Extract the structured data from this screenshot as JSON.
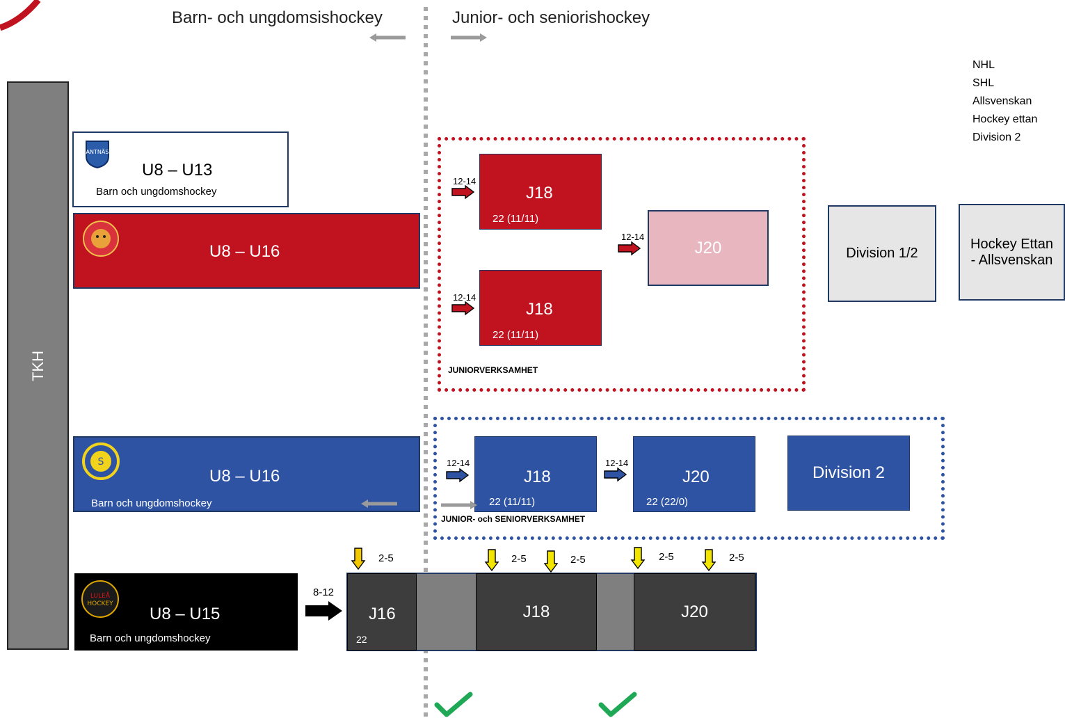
{
  "header": {
    "left_title": "Barn- och ungdomsishockey",
    "right_title": "Junior- och seniorishockey"
  },
  "leagues": [
    "NHL",
    "SHL",
    "Allsvenskan",
    "Hockey ettan",
    "Division 2"
  ],
  "tkh": {
    "label": "TKH"
  },
  "clubs": {
    "antnas": {
      "range": "U8 – U13",
      "sub": "Barn och ungdomshockey"
    },
    "red": {
      "range": "U8 – U16"
    },
    "blue": {
      "range": "U8 – U16",
      "sub": "Barn och ungdomshockey"
    },
    "black": {
      "range": "U8 – U15",
      "sub": "Barn och ungdomshockey"
    }
  },
  "junior": {
    "label": "JUNIORVERKSAMHET",
    "j18a": {
      "title": "J18",
      "count": "22 (11/11)",
      "arrow": "12-14"
    },
    "j18b": {
      "title": "J18",
      "count": "22 (11/11)",
      "arrow": "12-14"
    },
    "j20": {
      "title": "J20",
      "arrow": "12-14"
    }
  },
  "senior": {
    "div12": "Division 1/2",
    "ettan_line1": "Hockey Ettan",
    "ettan_line2": "- Allsvenskan"
  },
  "blue_junior": {
    "label": "JUNIOR- och SENIORVERKSAMHET",
    "j18": {
      "title": "J18",
      "count": "22 (11/11)",
      "arrow": "12-14"
    },
    "j20": {
      "title": "J20",
      "count": "22 (22/0)",
      "arrow": "12-14"
    },
    "div2": "Division 2"
  },
  "lulea_line": {
    "arrow_in": "8-12",
    "j16": {
      "title": "J16",
      "count": "22"
    },
    "j18": {
      "title": "J18"
    },
    "j20": {
      "title": "J20"
    },
    "yellow_labels": [
      "2-5",
      "2-5",
      "2-5",
      "2-5",
      "2-5"
    ]
  },
  "colors": {
    "red": "#c0131f",
    "pink": "#e8b6bf",
    "blue": "#2f53a3",
    "dark": "#3d3d3d",
    "mid_grey": "#7f7f7f",
    "light_grey": "#e6e6e6",
    "tkh_grey": "#7f7f7f",
    "check_green": "#1fa855",
    "yellow": "#f2e600"
  }
}
